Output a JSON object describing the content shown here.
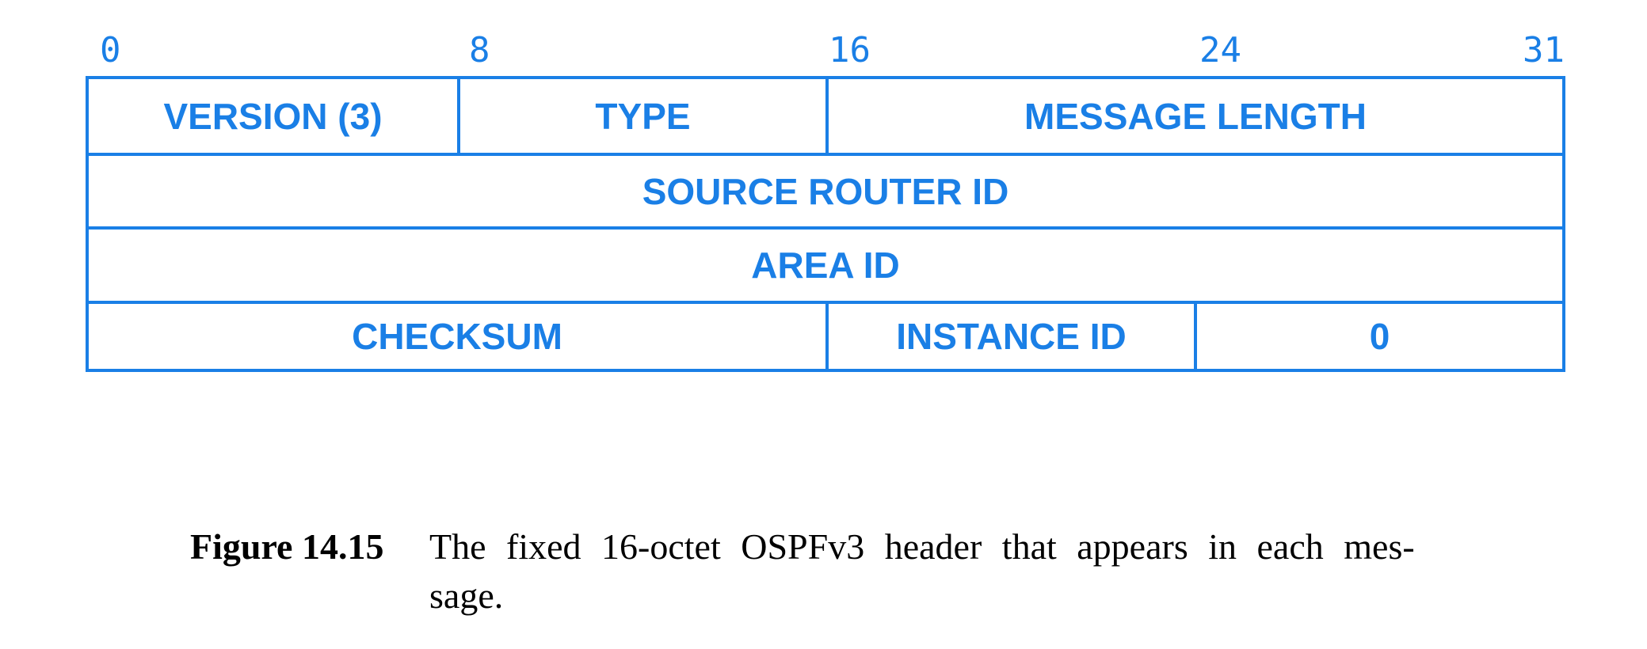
{
  "bit_positions": [
    "0",
    "8",
    "16",
    "24",
    "31"
  ],
  "rows": [
    {
      "fields": [
        {
          "label": "VERSION (3)",
          "bits": 8
        },
        {
          "label": "TYPE",
          "bits": 8
        },
        {
          "label": "MESSAGE LENGTH",
          "bits": 16
        }
      ]
    },
    {
      "fields": [
        {
          "label": "SOURCE ROUTER ID",
          "bits": 32
        }
      ]
    },
    {
      "fields": [
        {
          "label": "AREA ID",
          "bits": 32
        }
      ]
    },
    {
      "fields": [
        {
          "label": "CHECKSUM",
          "bits": 16
        },
        {
          "label": "INSTANCE ID",
          "bits": 8
        },
        {
          "label": "0",
          "bits": 8
        }
      ]
    }
  ],
  "caption": {
    "figure_number": "Figure 14.15",
    "line1": "The fixed 16-octet OSPFv3 header that appears in each mes-",
    "line2": "sage."
  },
  "colors": {
    "diagram": "#1a7fe6",
    "caption": "#000000"
  }
}
